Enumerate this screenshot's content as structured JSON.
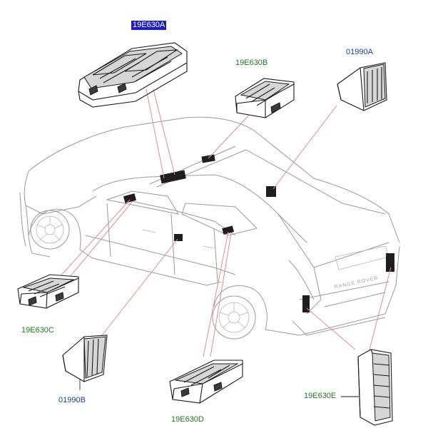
{
  "labels": {
    "front_centre_vent": "19E630A",
    "upper_vent": "19E630B",
    "side_vent_c": "19E630C",
    "rear_door_vent": "19E630D",
    "rear_vent": "19E630E",
    "roof_grille": "01990A",
    "pillar_grille": "01990B"
  },
  "badge_text": "RANGE ROVER",
  "colors": {
    "green_label": "#1f7a1f",
    "blue_label": "#1a3fa8",
    "selected_label_bg": "#1c1cc8",
    "leader_line": "#e88a8a",
    "car_outline": "#9a9a9a"
  }
}
